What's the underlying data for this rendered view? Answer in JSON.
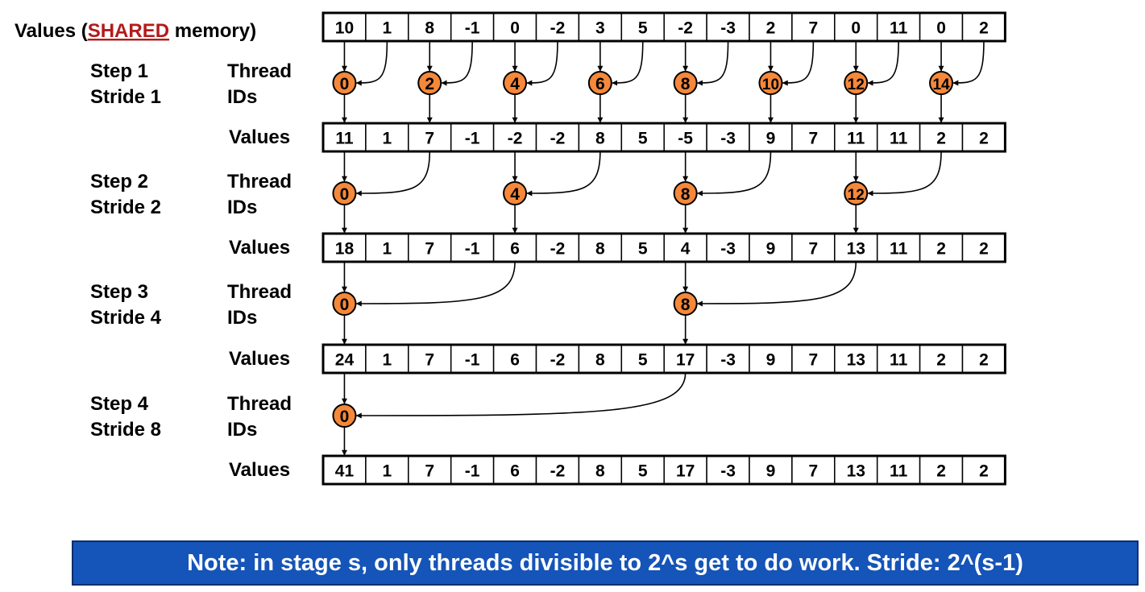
{
  "header": {
    "prefix": "Values (",
    "shared": "SHARED",
    "suffix": " memory)"
  },
  "row_label": "Values",
  "thread_label_line1": "Thread",
  "thread_label_line2": "IDs",
  "steps": [
    {
      "step": "Step 1",
      "stride_label": "Stride 1",
      "stride": 1,
      "threads": [
        "0",
        "2",
        "4",
        "6",
        "8",
        "10",
        "12",
        "14"
      ]
    },
    {
      "step": "Step 2",
      "stride_label": "Stride 2",
      "stride": 2,
      "threads": [
        "0",
        "4",
        "8",
        "12"
      ]
    },
    {
      "step": "Step 3",
      "stride_label": "Stride 4",
      "stride": 4,
      "threads": [
        "0",
        "8"
      ]
    },
    {
      "step": "Step 4",
      "stride_label": "Stride 8",
      "stride": 8,
      "threads": [
        "0"
      ]
    }
  ],
  "arrays": [
    [
      "10",
      "1",
      "8",
      "-1",
      "0",
      "-2",
      "3",
      "5",
      "-2",
      "-3",
      "2",
      "7",
      "0",
      "11",
      "0",
      "2"
    ],
    [
      "11",
      "1",
      "7",
      "-1",
      "-2",
      "-2",
      "8",
      "5",
      "-5",
      "-3",
      "9",
      "7",
      "11",
      "11",
      "2",
      "2"
    ],
    [
      "18",
      "1",
      "7",
      "-1",
      "6",
      "-2",
      "8",
      "5",
      "4",
      "-3",
      "9",
      "7",
      "13",
      "11",
      "2",
      "2"
    ],
    [
      "24",
      "1",
      "7",
      "-1",
      "6",
      "-2",
      "8",
      "5",
      "17",
      "-3",
      "9",
      "7",
      "13",
      "11",
      "2",
      "2"
    ],
    [
      "41",
      "1",
      "7",
      "-1",
      "6",
      "-2",
      "8",
      "5",
      "17",
      "-3",
      "9",
      "7",
      "13",
      "11",
      "2",
      "2"
    ]
  ],
  "note": "Note: in stage s, only threads divisible to 2^s get to do work. Stride: 2^(s-1)",
  "colors": {
    "circle_fill": "#f5883a",
    "shared_text": "#b31b1b",
    "note_bg": "#1554b8",
    "note_text": "#ffffff",
    "ink": "#000000"
  }
}
